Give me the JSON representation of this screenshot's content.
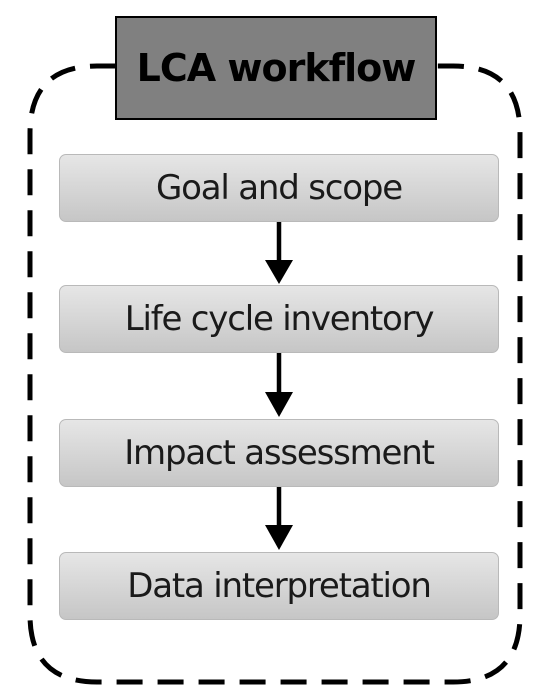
{
  "diagram": {
    "title": "LCA workflow",
    "steps": [
      {
        "label": "Goal and scope"
      },
      {
        "label": "Life cycle inventory"
      },
      {
        "label": "Impact assessment"
      },
      {
        "label": "Data interpretation"
      }
    ]
  },
  "colors": {
    "title_fill": "#808080",
    "step_fill_top": "#e6e6e6",
    "step_fill_bottom": "#c6c6c6",
    "step_border": "#b9b9b9",
    "frame_stroke": "#000000",
    "arrow": "#000000"
  }
}
